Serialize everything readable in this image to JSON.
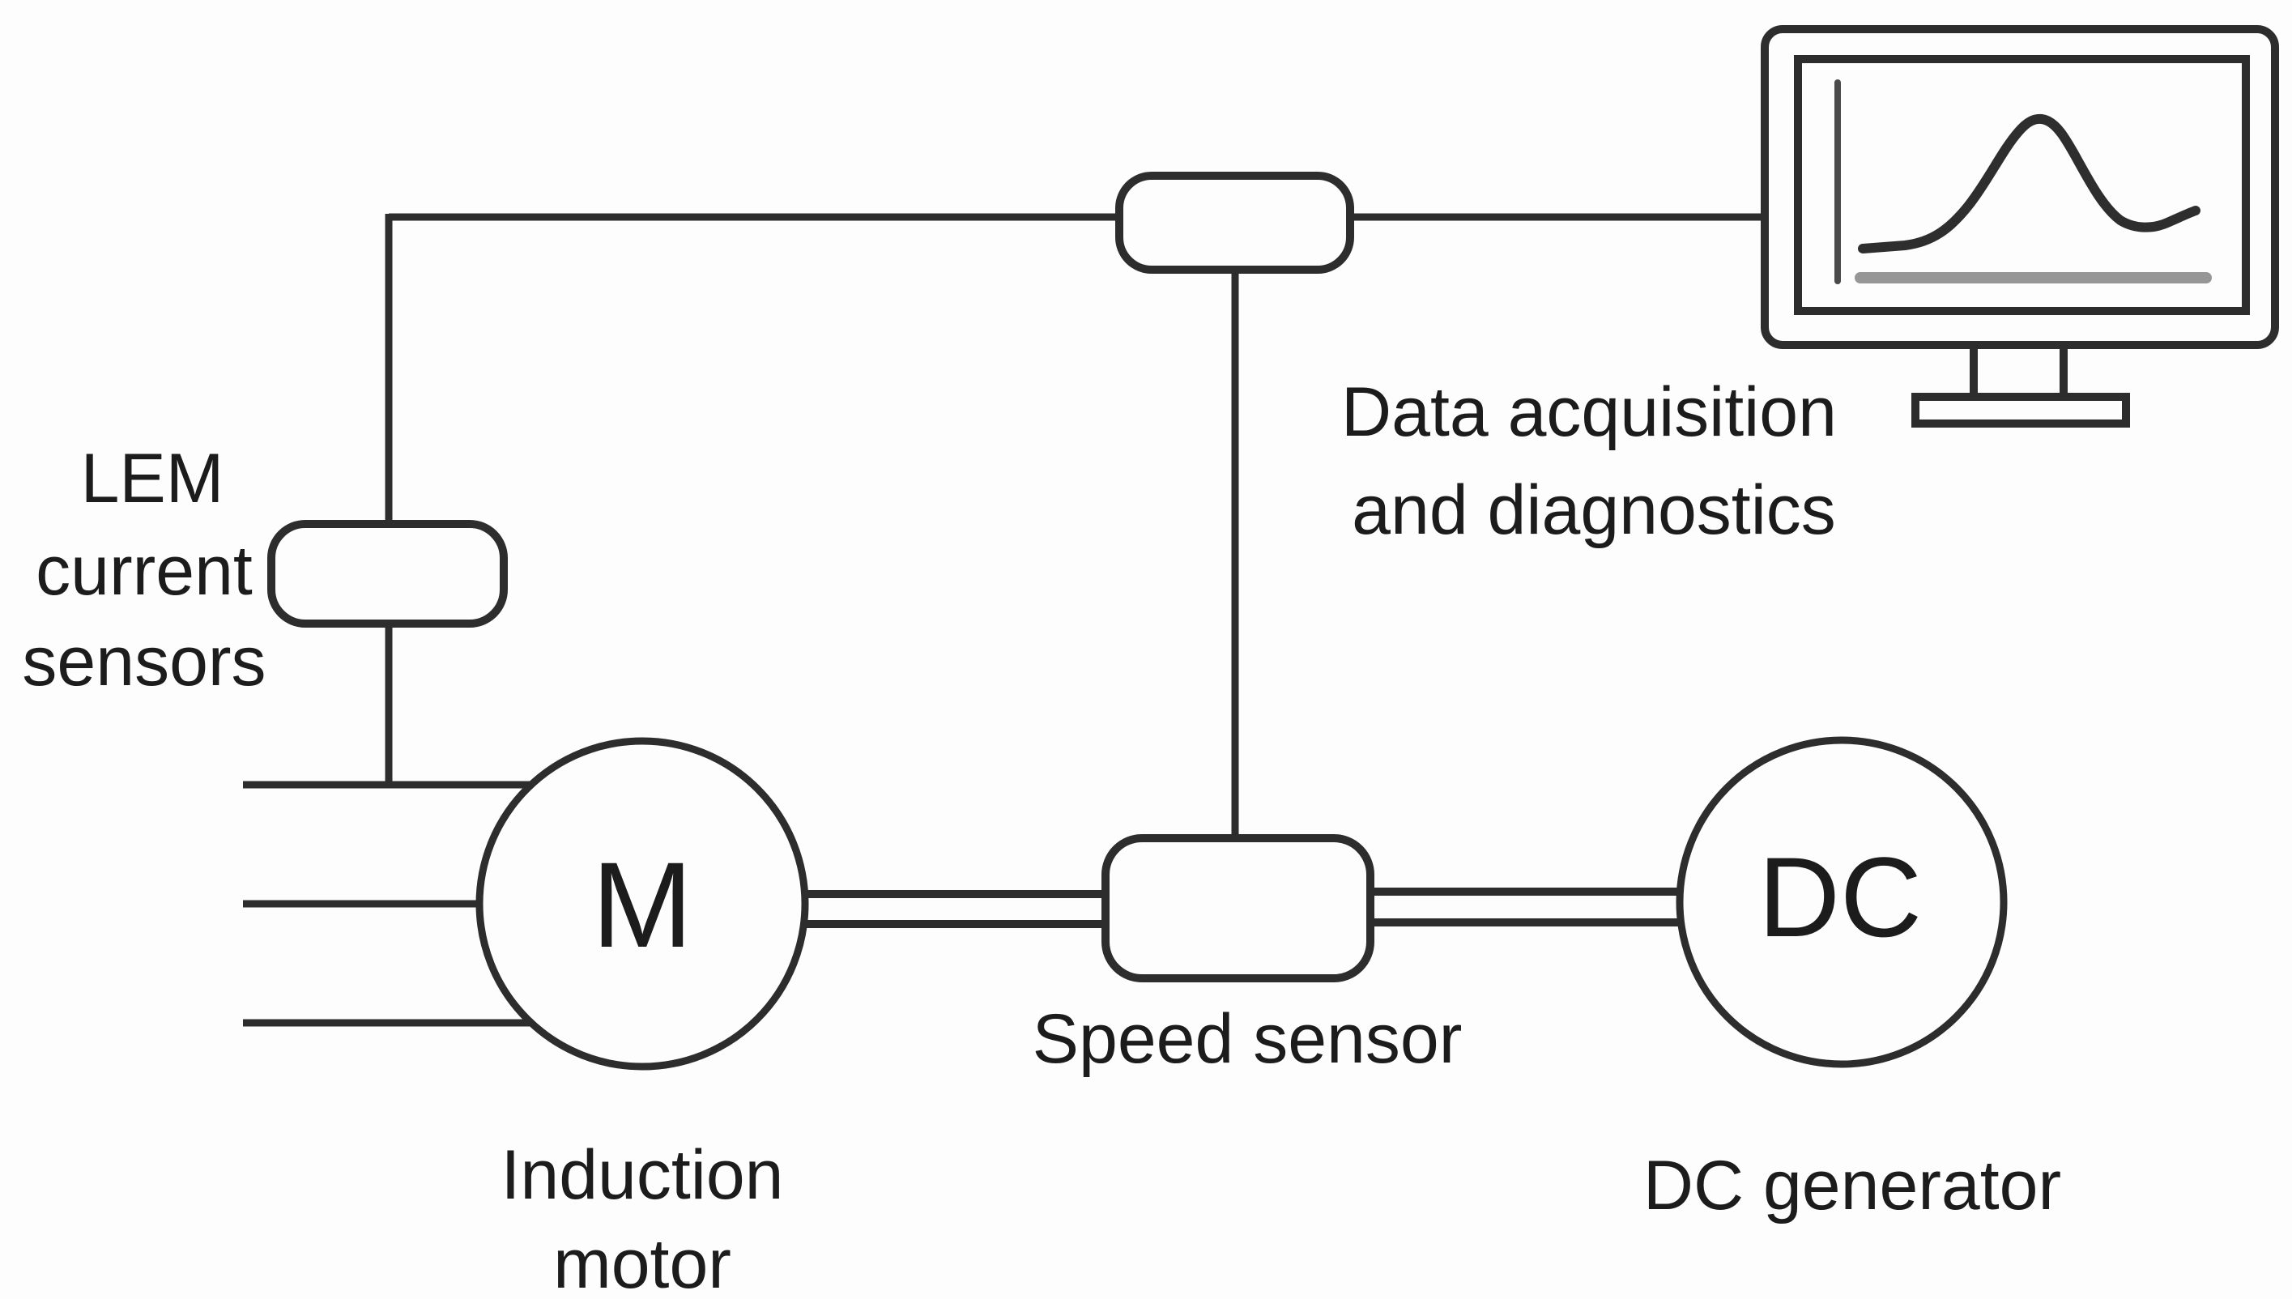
{
  "figure": {
    "type": "block-diagram",
    "description_visible_text_only": true,
    "labels": {
      "lem_line1": "LEM",
      "lem_line2": "current",
      "lem_line3": "sensors",
      "daq_line1": "Data acquisition",
      "daq_line2": "and diagnostics",
      "speed_sensor": "Speed sensor",
      "induction_line1": "Induction",
      "induction_line2": "motor",
      "dc_generator": "DC generator",
      "motor_symbol": "M",
      "dc_symbol": "DC"
    },
    "colors": {
      "background": "#fdfdfd",
      "line": "#2d2d2d",
      "text": "#1c1c1c",
      "screen_x_axis_gray": "#969696"
    }
  }
}
